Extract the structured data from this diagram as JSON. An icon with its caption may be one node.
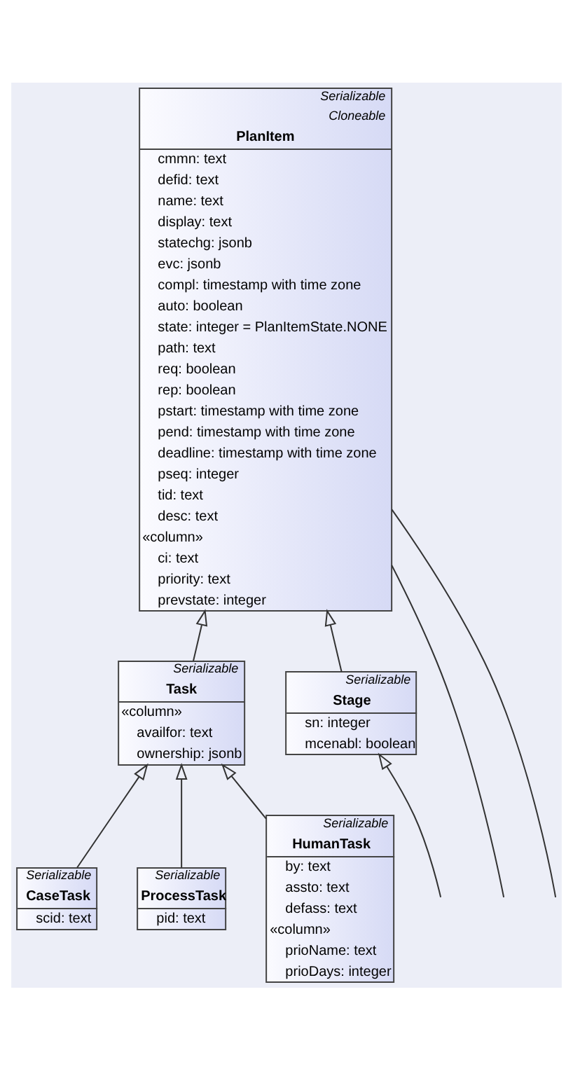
{
  "diagram": {
    "nodes": [
      {
        "text": [
          "Serializable",
          "Cloneable",
          "PlanItem",
          "cmmn: text",
          "defid: text",
          "name: text",
          "display: text",
          "statechg: jsonb",
          "evc: jsonb",
          "compl: timestamp with time zone",
          "auto: boolean",
          "state: integer = PlanItemState.NONE",
          "path: text",
          "req: boolean",
          "rep: boolean",
          "pstart: timestamp with time zone",
          "pend: timestamp with time zone",
          "deadline: timestamp with time zone",
          "pseq: integer",
          "tid: text",
          "desc: text",
          "«column»",
          "ci: text",
          "priority: text",
          "prevstate: integer"
        ]
      },
      {
        "text": [
          "Serializable",
          "Task",
          "«column»",
          "availfor: text",
          "ownership: jsonb"
        ]
      },
      {
        "text": [
          "Serializable",
          "Stage",
          "sn: integer",
          "mcenabl: boolean"
        ]
      },
      {
        "text": [
          "Serializable",
          "CaseTask",
          "scid: text"
        ]
      },
      {
        "text": [
          "Serializable",
          "ProcessTask",
          "pid: text"
        ]
      },
      {
        "text": [
          "Serializable",
          "HumanTask",
          "by: text",
          "assto: text",
          "defass: text",
          "«column»",
          "prioName: text",
          "prioDays: integer"
        ]
      }
    ],
    "edges": [
      {
        "from": 1,
        "to": 0,
        "arrow": "to"
      },
      {
        "from": 2,
        "to": 0,
        "arrow": "to"
      },
      {
        "from": 3,
        "to": 1,
        "arrow": "to"
      },
      {
        "from": 5,
        "to": 1,
        "arrow": "to"
      },
      {
        "from": 4,
        "to": 1,
        "arrow": "to"
      },
      {
        "from": null,
        "to": 0,
        "arrow": "none"
      },
      {
        "from": null,
        "to": 0,
        "arrow": "none"
      },
      {
        "from": null,
        "to": 2,
        "arrow": "to"
      }
    ]
  }
}
